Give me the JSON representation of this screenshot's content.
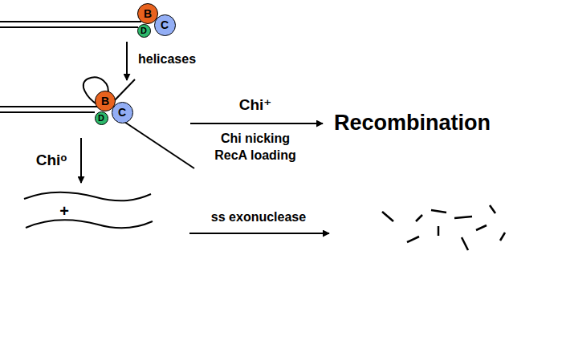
{
  "diagram": {
    "nodes": [
      {
        "text": [
          "B"
        ]
      },
      {
        "text": [
          "D"
        ]
      },
      {
        "text": [
          "C"
        ]
      },
      {
        "text": [
          "B"
        ]
      },
      {
        "text": [
          "D"
        ]
      },
      {
        "text": [
          "C"
        ]
      }
    ],
    "labels": [
      "helicases",
      "Chi⁺",
      "Chi nicking",
      "RecA loading",
      "Recombination",
      "Chiᵒ",
      "+",
      "ss exonuclease"
    ]
  }
}
